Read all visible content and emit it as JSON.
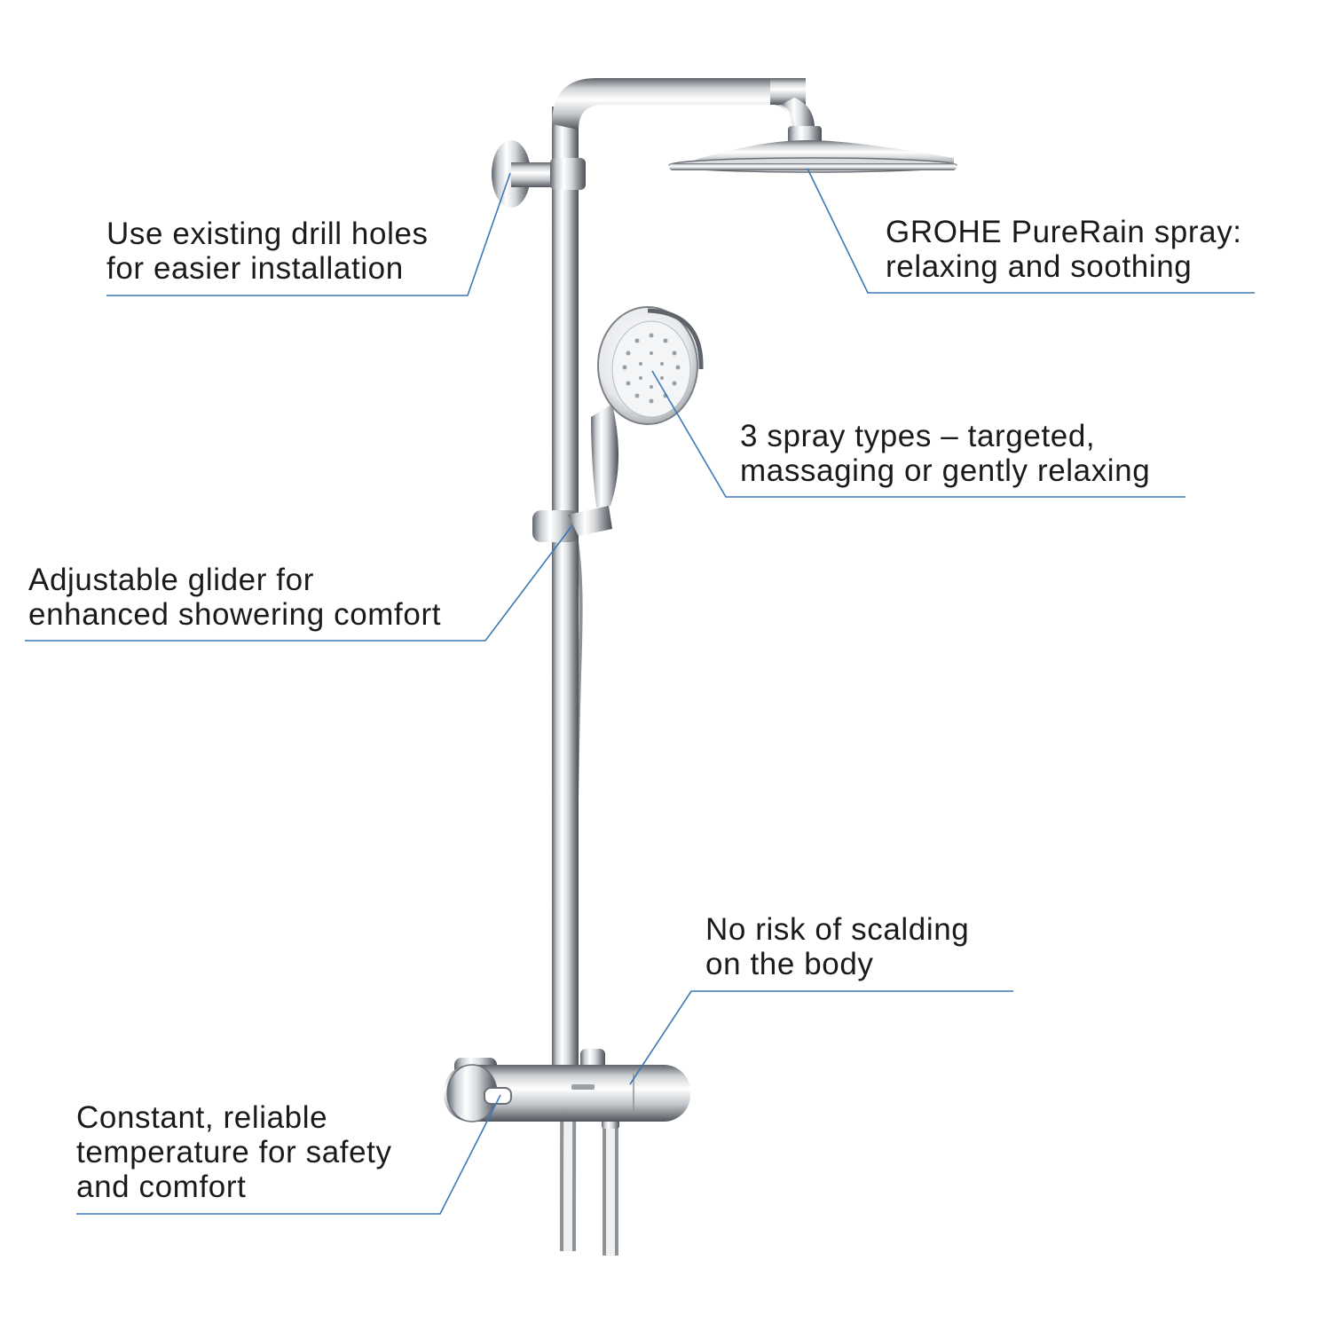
{
  "colors": {
    "leader_line": "#3a78b8",
    "text": "#1a1a1a",
    "chrome_dark": "#6b7076",
    "chrome_light": "#f4f5f6"
  },
  "callouts": {
    "drill_holes": {
      "lines": [
        "Use existing drill holes",
        "for easier installation"
      ]
    },
    "purerain": {
      "lines": [
        "GROHE PureRain spray:",
        "relaxing and soothing"
      ]
    },
    "spray_types": {
      "lines": [
        "3 spray types – targeted,",
        "massaging or gently relaxing"
      ]
    },
    "glider": {
      "lines": [
        "Adjustable glider for",
        "enhanced showering comfort"
      ]
    },
    "scalding": {
      "lines": [
        "No risk of scalding",
        "on the body"
      ]
    },
    "temperature": {
      "lines": [
        "Constant, reliable",
        "temperature for safety",
        "and comfort"
      ]
    }
  }
}
